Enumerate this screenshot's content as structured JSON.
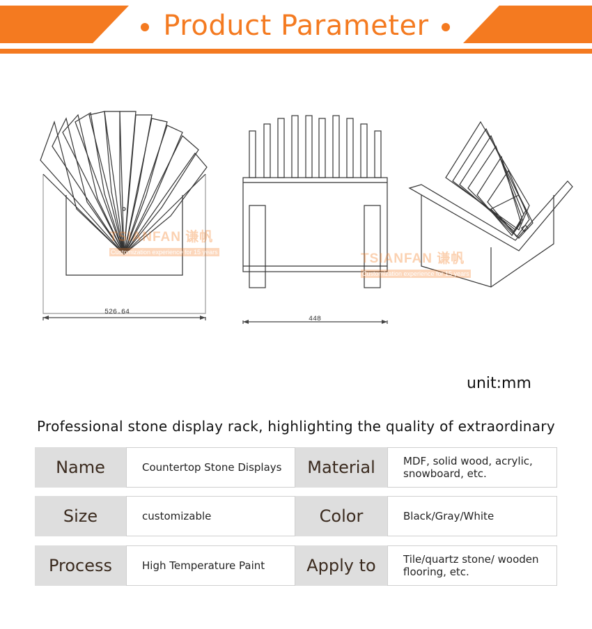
{
  "header": {
    "title": "Product Parameter"
  },
  "drawing": {
    "front_dimension": "526.64",
    "side_dimension": "448",
    "watermark_brand": "TSIANFAN 谦帆",
    "watermark_tagline": "Customization experience for 15 years"
  },
  "unit": "unit:mm",
  "tagline": "Professional stone display rack, highlighting the quality of extraordinary",
  "params": {
    "rows": [
      {
        "label1": "Name",
        "value1": "Countertop Stone Displays",
        "label2": "Material",
        "value2": "MDF, solid wood, acrylic, snowboard, etc."
      },
      {
        "label1": "Size",
        "value1": "customizable",
        "label2": "Color",
        "value2": "Black/Gray/White"
      },
      {
        "label1": "Process",
        "value1": "High Temperature Paint",
        "label2": "Apply to",
        "value2": "Tile/quartz stone/ wooden flooring, etc."
      }
    ]
  },
  "colors": {
    "accent": "#f47a20",
    "label_bg": "#dedede"
  }
}
